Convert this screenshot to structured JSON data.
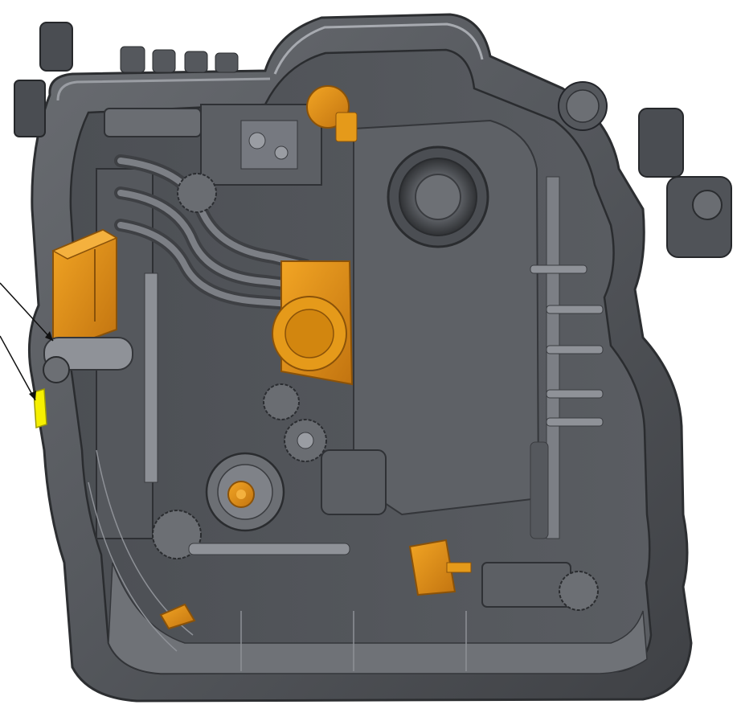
{
  "figure": {
    "kind": "cad-cutaway-render",
    "subject": "camera-housing-mechanism",
    "colors": {
      "background": "#ffffff",
      "shell_dark": "#3f4145",
      "shell_mid": "#5b5e63",
      "shell_light": "#8d9096",
      "highlight": "#c9ccd1",
      "accent_orange": "#e3900f",
      "accent_orange_dark": "#a9650a",
      "accent_yellow": "#f6f000",
      "leader_line": "#111111"
    },
    "callouts": [
      {
        "id": "callout-1",
        "target": "orange-block-left"
      },
      {
        "id": "callout-2",
        "target": "yellow-insert-left"
      }
    ]
  }
}
